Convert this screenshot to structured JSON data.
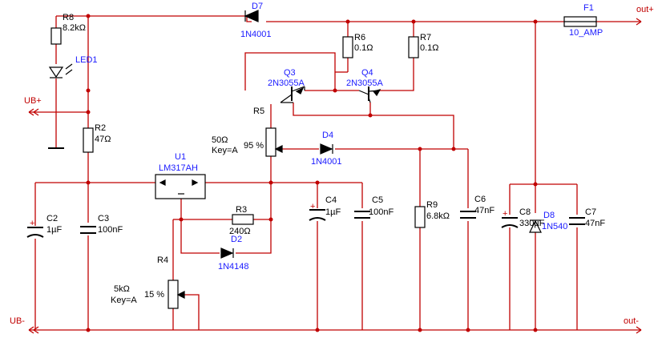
{
  "terminals": {
    "out_plus": "out+",
    "out_minus": "out-",
    "ub_plus": "UB+",
    "ub_minus": "UB-"
  },
  "components": {
    "R8": {
      "ref": "R8",
      "value": "8.2kΩ"
    },
    "LED1": {
      "ref": "LED1"
    },
    "D7": {
      "ref": "D7",
      "value": "1N4001"
    },
    "F1": {
      "ref": "F1",
      "value": "10_AMP"
    },
    "R6": {
      "ref": "R6",
      "value": "0.1Ω"
    },
    "R7": {
      "ref": "R7",
      "value": "0.1Ω"
    },
    "Q3": {
      "ref": "Q3",
      "value": "2N3055A"
    },
    "Q4": {
      "ref": "Q4",
      "value": "2N3055A"
    },
    "R5": {
      "ref": "R5",
      "value": "50Ω",
      "key": "Key=A",
      "percent": "95 %"
    },
    "R2": {
      "ref": "R2",
      "value": "47Ω"
    },
    "D4": {
      "ref": "D4",
      "value": "1N4001"
    },
    "U1": {
      "ref": "U1",
      "value": "LM317AH"
    },
    "R3": {
      "ref": "R3",
      "value": "240Ω"
    },
    "D2": {
      "ref": "D2",
      "value": "1N4148"
    },
    "R4": {
      "ref": "R4",
      "value": "5kΩ",
      "key": "Key=A",
      "percent": "15 %"
    },
    "C2": {
      "ref": "C2",
      "value": "1µF"
    },
    "C3": {
      "ref": "C3",
      "value": "100nF"
    },
    "C4": {
      "ref": "C4",
      "value": "1µF"
    },
    "C5": {
      "ref": "C5",
      "value": "100nF"
    },
    "R9": {
      "ref": "R9",
      "value": "6.8kΩ"
    },
    "C6": {
      "ref": "C6",
      "value": "47nF"
    },
    "C8": {
      "ref": "C8",
      "value": "330µF"
    },
    "D8": {
      "ref": "D8",
      "value": "1N540"
    },
    "C7": {
      "ref": "C7",
      "value": "47nF"
    }
  },
  "colors": {
    "wire": "#c00000",
    "label_ref": "#1a1aff",
    "label_value": "#000000",
    "component": "#000000"
  }
}
